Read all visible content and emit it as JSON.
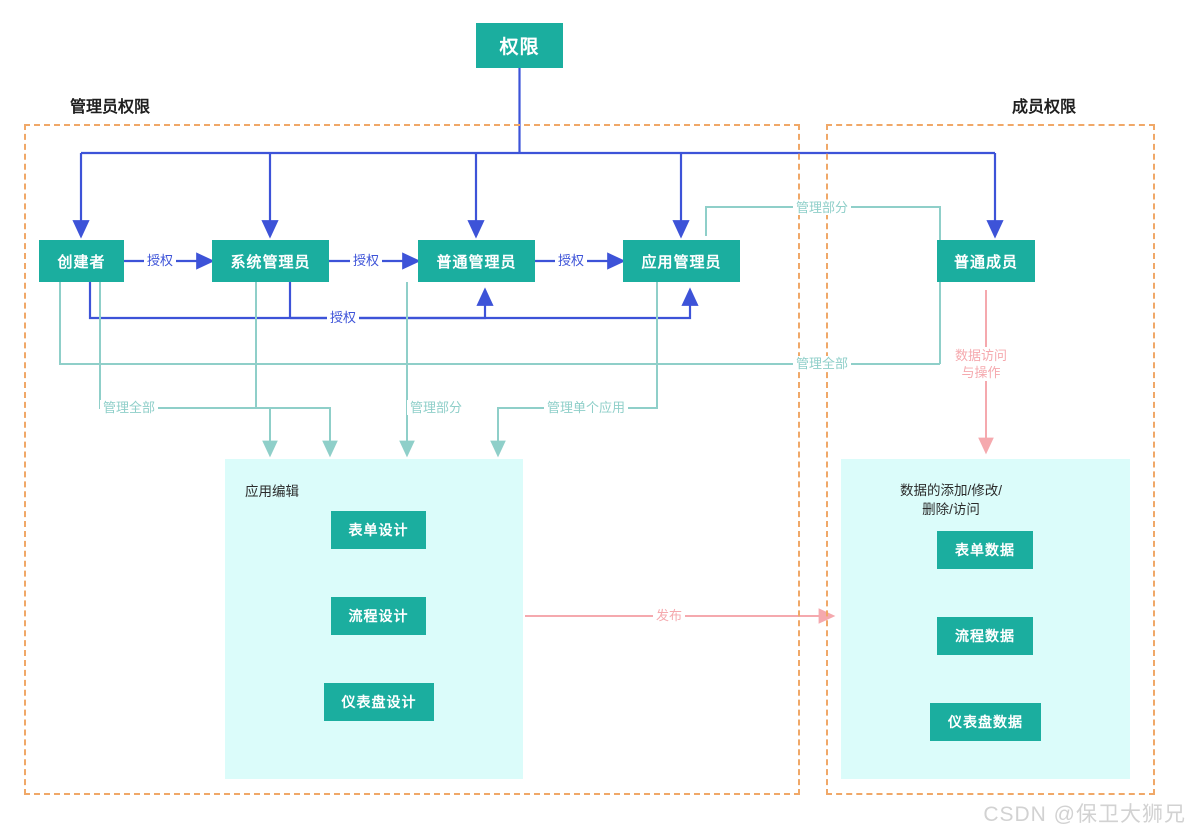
{
  "diagram": {
    "title_node": {
      "label": "权限"
    },
    "zones": [
      {
        "id": "admin",
        "title": "管理员权限"
      },
      {
        "id": "member",
        "title": "成员权限"
      }
    ],
    "roles": [
      {
        "id": "creator",
        "label": "创建者"
      },
      {
        "id": "sys-admin",
        "label": "系统管理员"
      },
      {
        "id": "normal-admin",
        "label": "普通管理员"
      },
      {
        "id": "app-admin",
        "label": "应用管理员"
      },
      {
        "id": "normal-member",
        "label": "普通成员"
      }
    ],
    "panels": [
      {
        "id": "app-edit",
        "caption": "应用编辑",
        "items": [
          {
            "label": "表单设计"
          },
          {
            "label": "流程设计"
          },
          {
            "label": "仪表盘设计"
          }
        ]
      },
      {
        "id": "data-ops",
        "caption": "数据的添加/修改/\n删除/访问",
        "items": [
          {
            "label": "表单数据"
          },
          {
            "label": "流程数据"
          },
          {
            "label": "仪表盘数据"
          }
        ]
      }
    ],
    "edge_labels": {
      "authorize_1": "授权",
      "authorize_2": "授权",
      "authorize_3": "授权",
      "authorize_4": "授权",
      "manage_all_left": "管理全部",
      "manage_part_left": "管理部分",
      "manage_single_app": "管理单个应用",
      "manage_part_right": "管理部分",
      "manage_all_right": "管理全部",
      "data_access": "数据访问\n与操作",
      "publish": "发布"
    },
    "watermark": "CSDN @保卫大狮兄",
    "colors": {
      "node_fill": "#1BAE9F",
      "blue_line": "#3D53D8",
      "teal_line": "#8FCFC9",
      "pink_line": "#F5A9AE",
      "zone_border": "#F0A868",
      "panel_fill": "#DBFCFA"
    }
  }
}
